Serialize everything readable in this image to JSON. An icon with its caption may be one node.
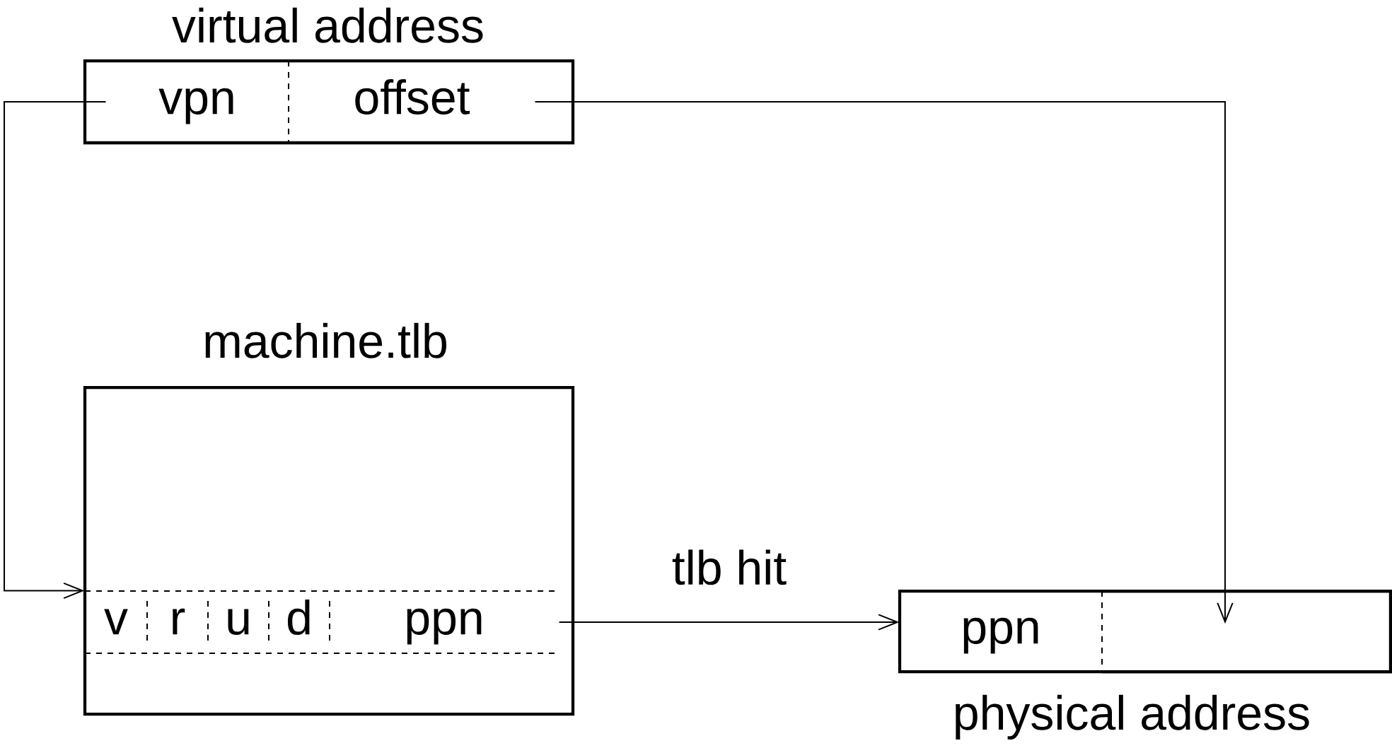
{
  "diagram": {
    "nodes": [
      {
        "text": [
          "virtual address"
        ]
      },
      {
        "text": [
          "vpn"
        ],
        "in": 0
      },
      {
        "text": [
          "offset"
        ],
        "in": 0
      },
      {
        "text": [
          "machine.tlb"
        ]
      },
      {
        "text": [],
        "shape": "box",
        "in": 3
      },
      {
        "text": [
          "v"
        ],
        "in": 4
      },
      {
        "text": [
          "r"
        ],
        "in": 4
      },
      {
        "text": [
          "u"
        ],
        "in": 4
      },
      {
        "text": [
          "d"
        ],
        "in": 4
      },
      {
        "text": [
          "ppn"
        ],
        "in": 4
      },
      {
        "text": [
          "physical address"
        ]
      },
      {
        "text": [
          "ppn"
        ],
        "in": 10
      },
      {
        "text": [],
        "shape": "box",
        "in": 10
      }
    ],
    "edges": [
      {
        "from": 1,
        "to": 4,
        "arrow": "to"
      },
      {
        "from": 2,
        "to": 12,
        "arrow": "to"
      },
      {
        "from": 9,
        "to": 11,
        "arrow": "to",
        "label": "tlb hit"
      }
    ]
  }
}
